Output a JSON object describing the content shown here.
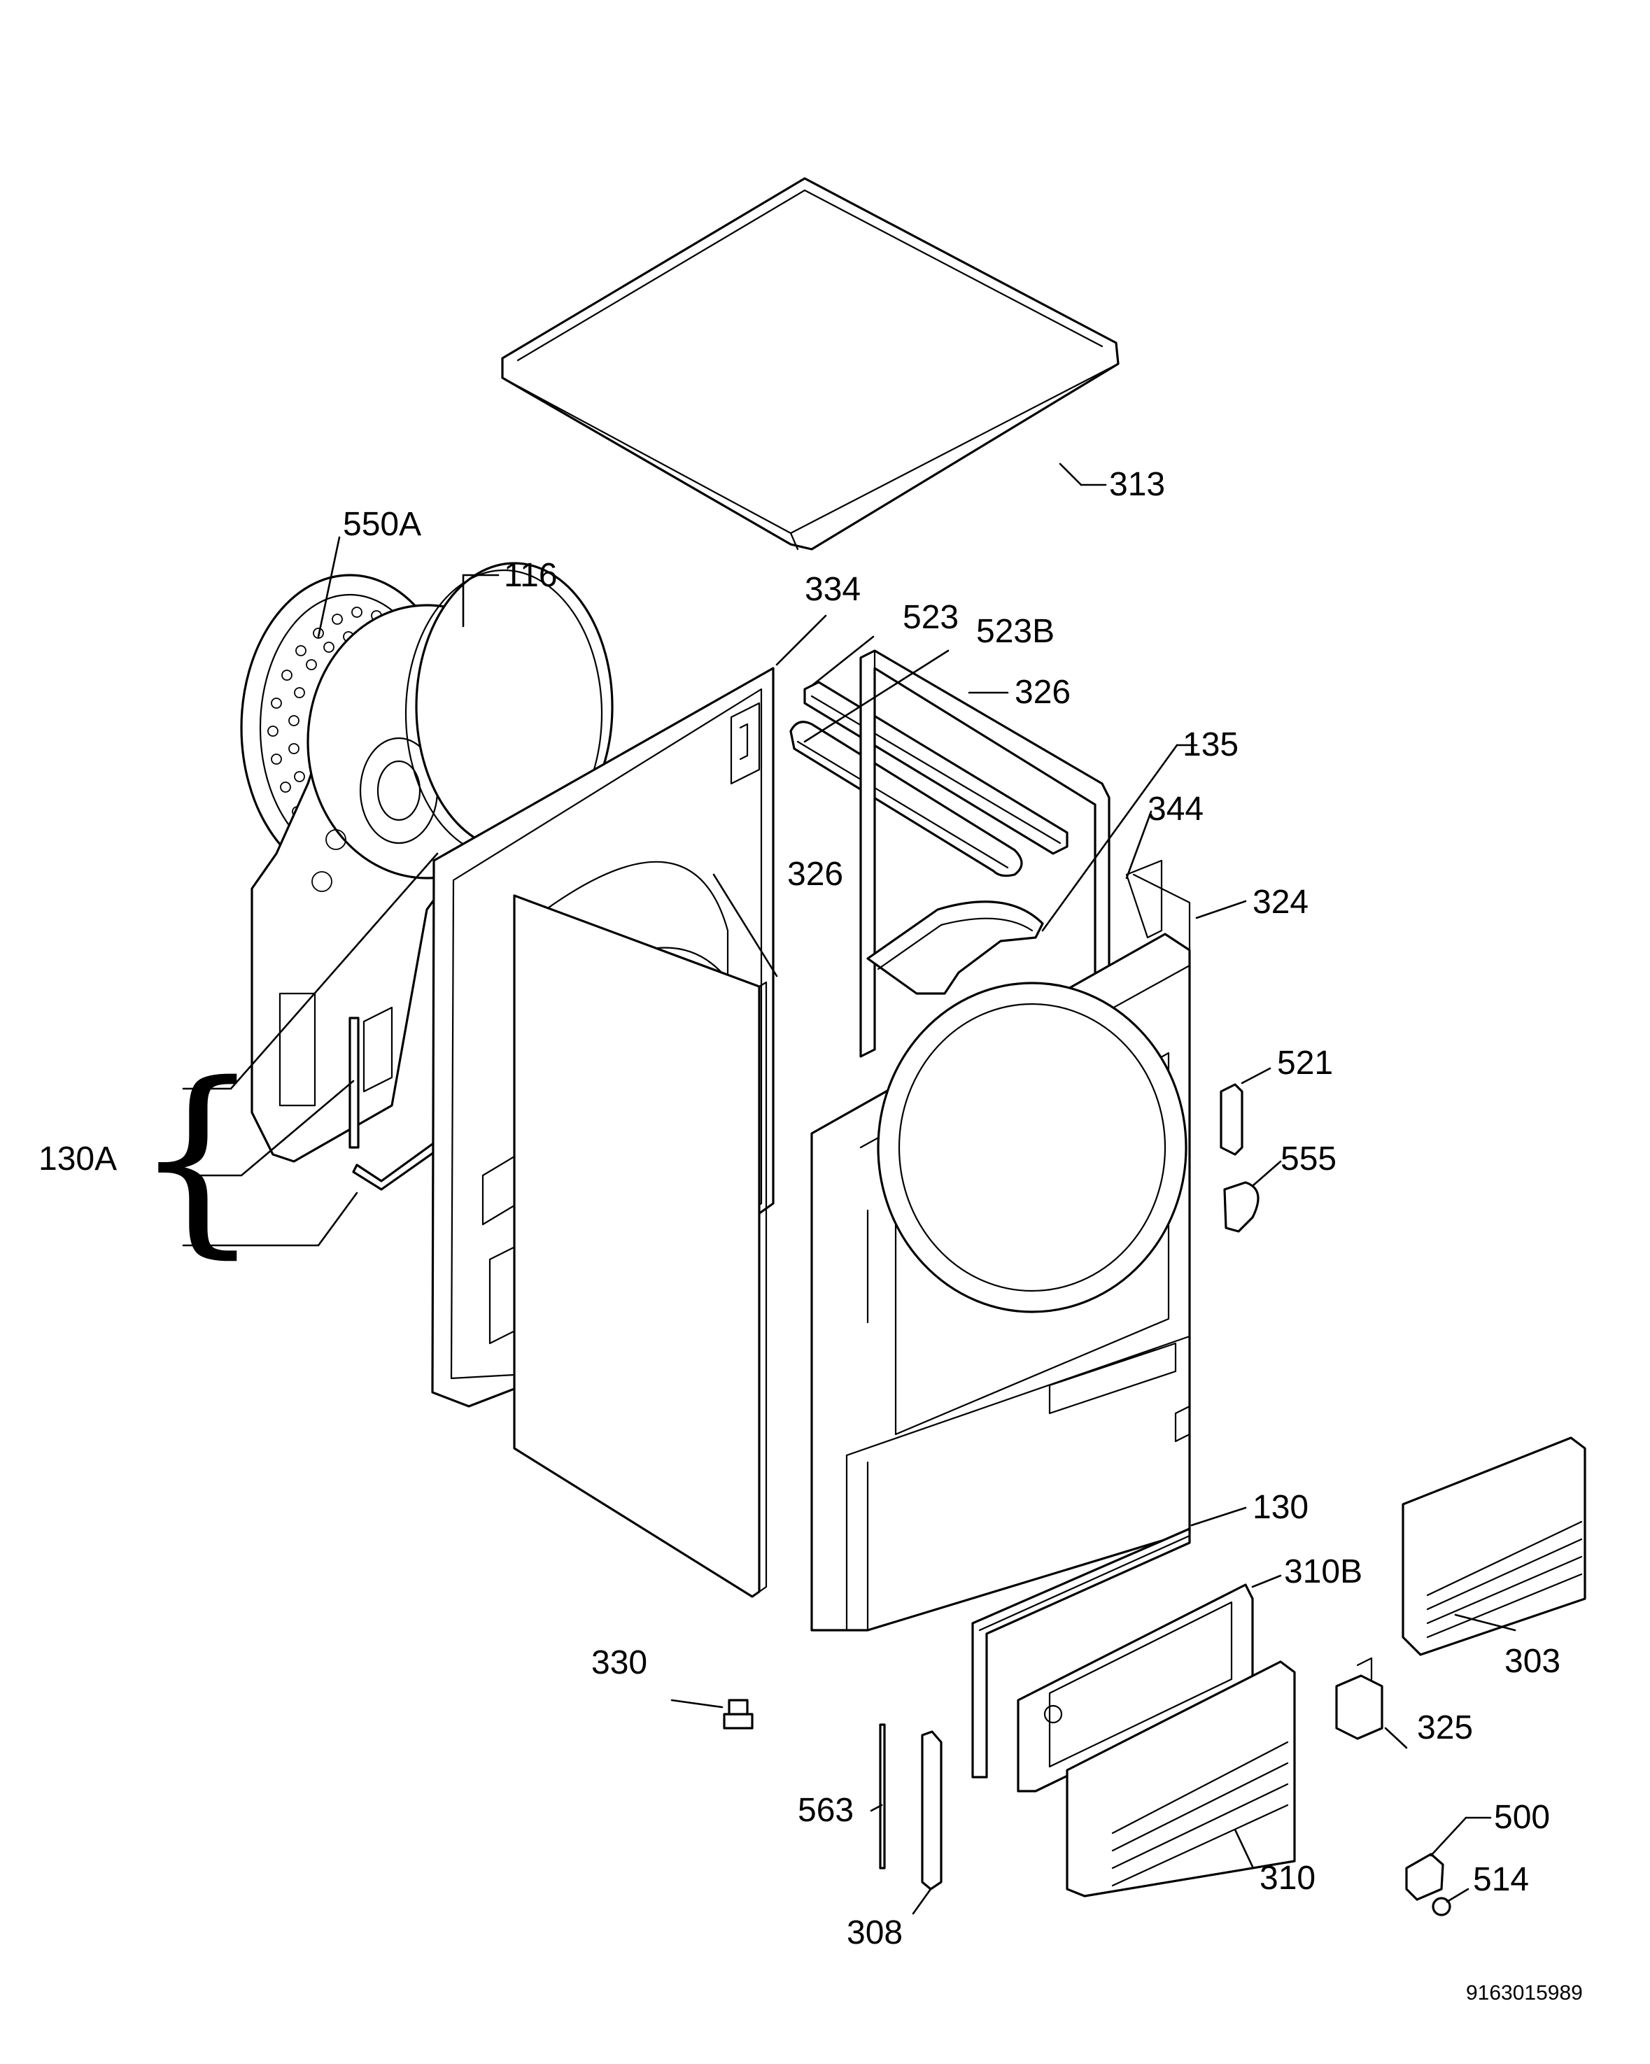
{
  "diagram": {
    "callouts": [
      {
        "id": "313",
        "text": "313"
      },
      {
        "id": "550A",
        "text": "550A"
      },
      {
        "id": "116",
        "text": "116"
      },
      {
        "id": "334",
        "text": "334"
      },
      {
        "id": "523",
        "text": "523"
      },
      {
        "id": "523B",
        "text": "523B"
      },
      {
        "id": "326a",
        "text": "326"
      },
      {
        "id": "135",
        "text": "135"
      },
      {
        "id": "344",
        "text": "344"
      },
      {
        "id": "324",
        "text": "324"
      },
      {
        "id": "326b",
        "text": "326"
      },
      {
        "id": "521",
        "text": "521"
      },
      {
        "id": "555",
        "text": "555"
      },
      {
        "id": "130A",
        "text": "130A"
      },
      {
        "id": "130",
        "text": "130"
      },
      {
        "id": "310B",
        "text": "310B"
      },
      {
        "id": "330",
        "text": "330"
      },
      {
        "id": "303",
        "text": "303"
      },
      {
        "id": "325",
        "text": "325"
      },
      {
        "id": "563",
        "text": "563"
      },
      {
        "id": "500",
        "text": "500"
      },
      {
        "id": "310",
        "text": "310"
      },
      {
        "id": "514",
        "text": "514"
      },
      {
        "id": "308",
        "text": "308"
      }
    ],
    "document_number": "9163015989"
  }
}
